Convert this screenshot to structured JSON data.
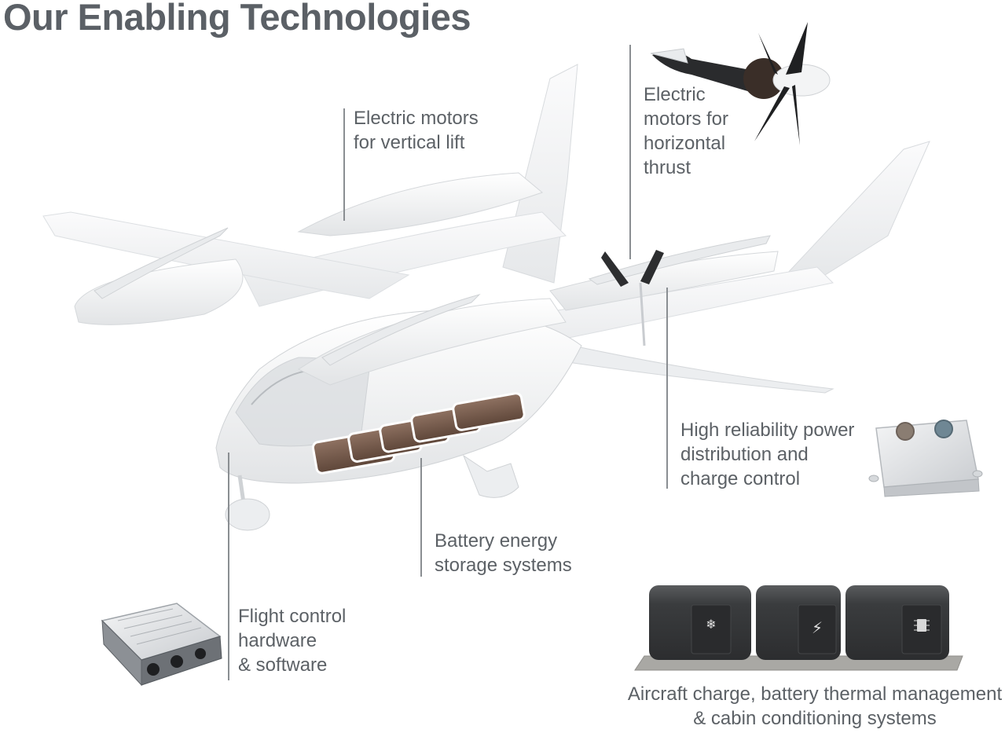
{
  "title": "Our Enabling Technologies",
  "labels": {
    "vertical_lift": [
      "Electric motors",
      "for vertical lift"
    ],
    "horizontal_thrust": [
      "Electric",
      "motors for",
      "horizontal",
      "thrust"
    ],
    "power_distribution": [
      "High reliability power",
      "distribution and",
      "charge control"
    ],
    "battery": [
      "Battery energy",
      "storage systems"
    ],
    "flight_control": [
      "Flight control",
      "hardware",
      "& software"
    ],
    "charging": [
      "Aircraft charge, battery thermal management",
      "& cabin conditioning systems"
    ]
  },
  "colors": {
    "aircraft_body": "#f2f3f4",
    "battery_pack": "#7a5e4f",
    "charger_unit": "#3b3d3f",
    "text": "#5c6166",
    "leader_line": "#8a8e92"
  },
  "icons": [
    "snowflake-icon",
    "lightning-bolt-icon",
    "battery-thermal-icon"
  ]
}
